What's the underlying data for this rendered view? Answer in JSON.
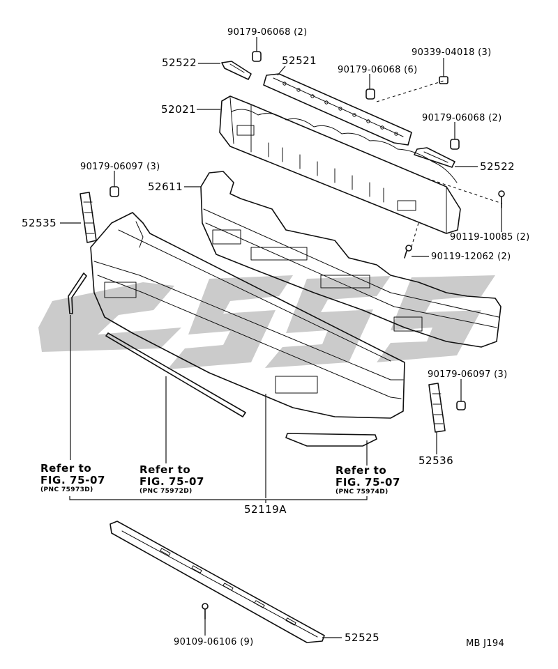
{
  "diagram": {
    "code": "MB J194",
    "callouts": {
      "fastener_top_left": "90179-06068 (2)",
      "bracket_left": "52522",
      "reinforcement_upper": "52521",
      "fastener_mid": "90179-06068 (6)",
      "clip_top_right": "90339-04018 (3)",
      "fastener_right": "90179-06068 (2)",
      "reinforcement": "52021",
      "bracket_right": "52522",
      "nut_left": "90179-06097 (3)",
      "absorber": "52611",
      "retainer_left": "52535",
      "bolt_right": "90119-10085 (2)",
      "bolt_mid": "90119-12062 (2)",
      "nut_right": "90179-06097 (3)",
      "retainer_right": "52536",
      "bumper_cover": "52119A",
      "stay_lower": "52525",
      "bolt_lower": "90109-06106 (9)"
    },
    "references": [
      {
        "refer": "Refer to",
        "fig": "FIG. 75-07",
        "pnc": "(PNC 75973D)"
      },
      {
        "refer": "Refer to",
        "fig": "FIG. 75-07",
        "pnc": "(PNC 75972D)"
      },
      {
        "refer": "Refer to",
        "fig": "FIG. 75-07",
        "pnc": "(PNC 75974D)"
      }
    ]
  }
}
